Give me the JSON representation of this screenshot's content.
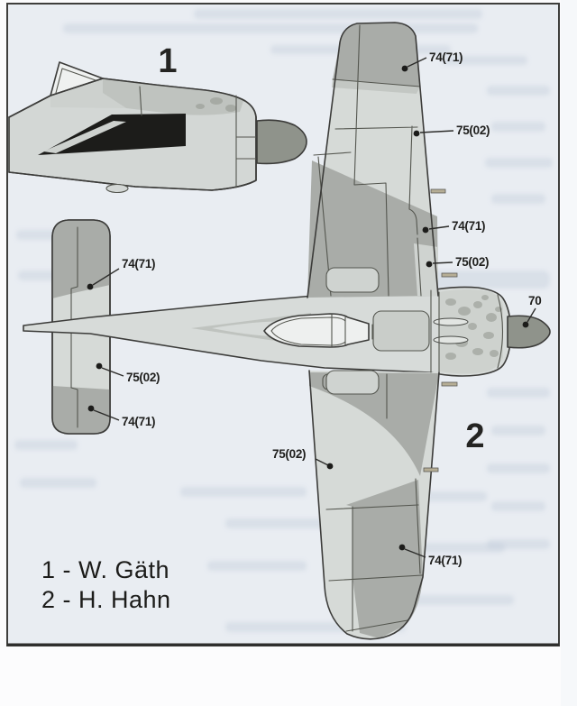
{
  "figure": {
    "type": "aircraft-camouflage-scheme-diagram",
    "views": {
      "side_view_number": "1",
      "top_view_number": "2"
    },
    "legend": {
      "line1": "1 - W. Gäth",
      "line2": "2 - H. Hahn"
    },
    "callouts": [
      {
        "id": "wingtip-top",
        "label": "74(71)"
      },
      {
        "id": "wing-top-mid",
        "label": "75(02)"
      },
      {
        "id": "wing-top-root",
        "label": "74(71)"
      },
      {
        "id": "wing-root-lower",
        "label": "75(02)"
      },
      {
        "id": "spinner",
        "label": "70"
      },
      {
        "id": "tailplane-top",
        "label": "74(71)"
      },
      {
        "id": "tailplane-mid",
        "label": "75(02)"
      },
      {
        "id": "tailplane-bottom",
        "label": "74(71)"
      },
      {
        "id": "wing-bottom-mid",
        "label": "75(02)"
      },
      {
        "id": "wing-bottom-tip",
        "label": "74(71)"
      }
    ],
    "colors": {
      "paper": "#e9edf2",
      "camo_dark": "#a9aca8",
      "camo_mid": "#bfc3bf",
      "camo_light": "#d6dad7",
      "cowl_base": "#ced2ce",
      "spinner": "#8f938b",
      "marking_black": "#1c1c1a",
      "outline": "#3c3c3a"
    }
  }
}
